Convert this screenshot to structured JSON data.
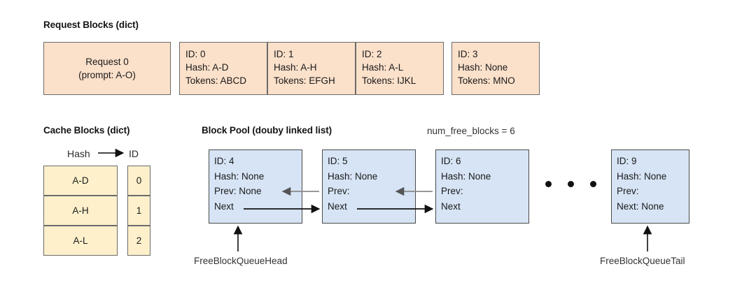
{
  "sections": {
    "request_blocks": {
      "title": "Request Blocks (dict)",
      "request": {
        "line1": "Request 0",
        "line2": "(prompt: A-O)"
      },
      "blocks": [
        {
          "id": "ID: 0",
          "hash": "Hash: A-D",
          "tokens": "Tokens: ABCD"
        },
        {
          "id": "ID: 1",
          "hash": "Hash: A-H",
          "tokens": "Tokens: EFGH"
        },
        {
          "id": "ID: 2",
          "hash": "Hash: A-L",
          "tokens": "Tokens: IJKL"
        },
        {
          "id": "ID: 3",
          "hash": "Hash: None",
          "tokens": "Tokens: MNO"
        }
      ]
    },
    "cache_blocks": {
      "title": "Cache Blocks (dict)",
      "col_hash": "Hash",
      "col_id": "ID",
      "rows": [
        {
          "hash": "A-D",
          "id": "0"
        },
        {
          "hash": "A-H",
          "id": "1"
        },
        {
          "hash": "A-L",
          "id": "2"
        }
      ]
    },
    "block_pool": {
      "title": "Block Pool (douby linked list)",
      "num_free_blocks": "num_free_blocks = 6",
      "blocks": [
        {
          "id": "ID: 4",
          "hash": "Hash: None",
          "prev": "Prev: None",
          "next": "Next"
        },
        {
          "id": "ID: 5",
          "hash": "Hash: None",
          "prev": "Prev:",
          "next": "Next"
        },
        {
          "id": "ID: 6",
          "hash": "Hash: None",
          "prev": "Prev:",
          "next": "Next"
        },
        {
          "id": "ID: 9",
          "hash": "Hash: None",
          "prev": "Prev:",
          "next": "Next: None"
        }
      ],
      "ellipsis": "• • •",
      "head_label": "FreeBlockQueueHead",
      "tail_label": "FreeBlockQueueTail"
    }
  },
  "colors": {
    "request_fill": "#fbe0ca",
    "cache_fill": "#fdf0cb",
    "pool_fill": "#d6e4f5",
    "border": "#6b6b6b",
    "next_arrow": "#111111",
    "prev_arrow": "#8a8a8a"
  }
}
